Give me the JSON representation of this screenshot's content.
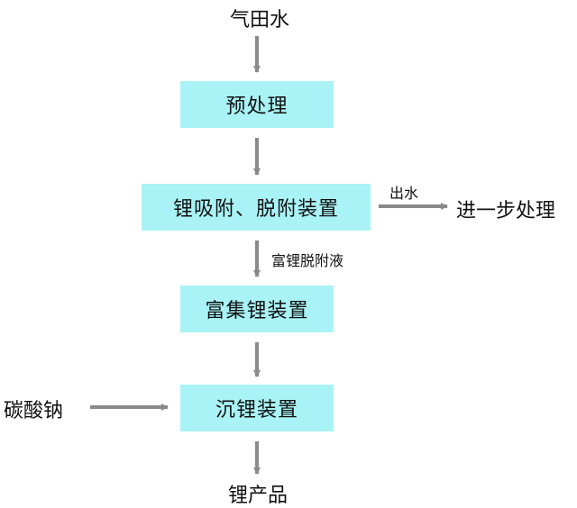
{
  "diagram": {
    "colors": {
      "box_fill": "#a9f3f6",
      "arrow": "#8a8a8a",
      "text": "#111111"
    },
    "input": "气田水",
    "steps": {
      "pretreatment": "预处理",
      "adsorption": "锂吸附、脱附装置",
      "enrichment": "富集锂装置",
      "precipitation": "沉锂装置"
    },
    "edge_labels": {
      "effluent": "出水",
      "desorption_liquid": "富锂脱附液"
    },
    "effluent_destination": "进一步处理",
    "reagent": "碳酸钠",
    "product": "锂产品"
  }
}
